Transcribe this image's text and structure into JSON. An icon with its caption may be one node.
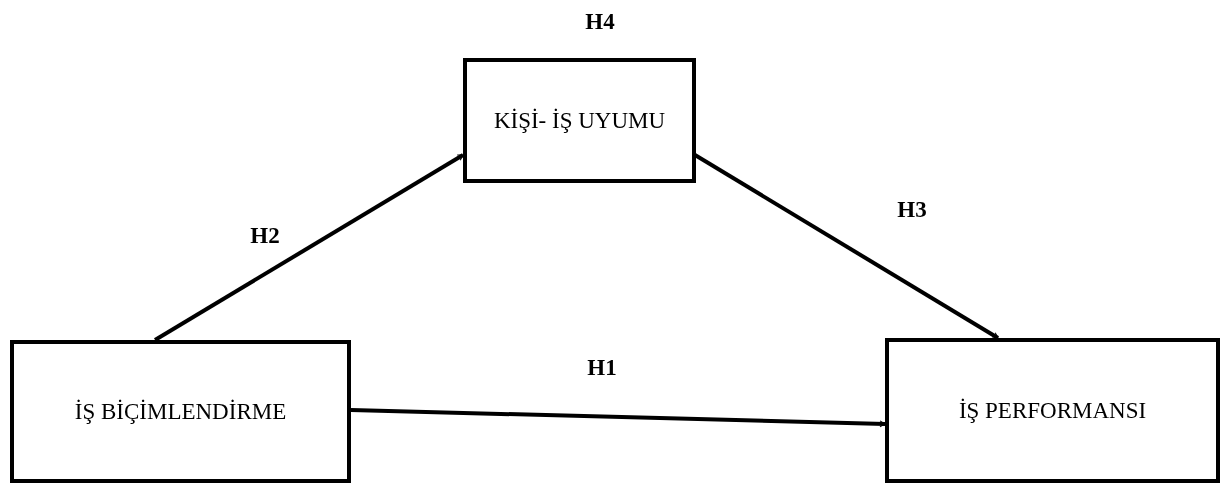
{
  "diagram": {
    "nodes": [
      {
        "text": [
          "KİŞİ- İŞ UYUMU"
        ]
      },
      {
        "text": [
          "İŞ BİÇİMLENDİRME"
        ]
      },
      {
        "text": [
          "İŞ PERFORMANSI"
        ]
      }
    ],
    "edges": [
      {
        "from": 1,
        "to": 0,
        "arrow": "to",
        "label": "H2"
      },
      {
        "from": 0,
        "to": 2,
        "arrow": "to",
        "label": "H3"
      },
      {
        "from": 1,
        "to": 2,
        "arrow": "to",
        "label": "H1"
      }
    ],
    "labels": [
      "H4"
    ]
  }
}
